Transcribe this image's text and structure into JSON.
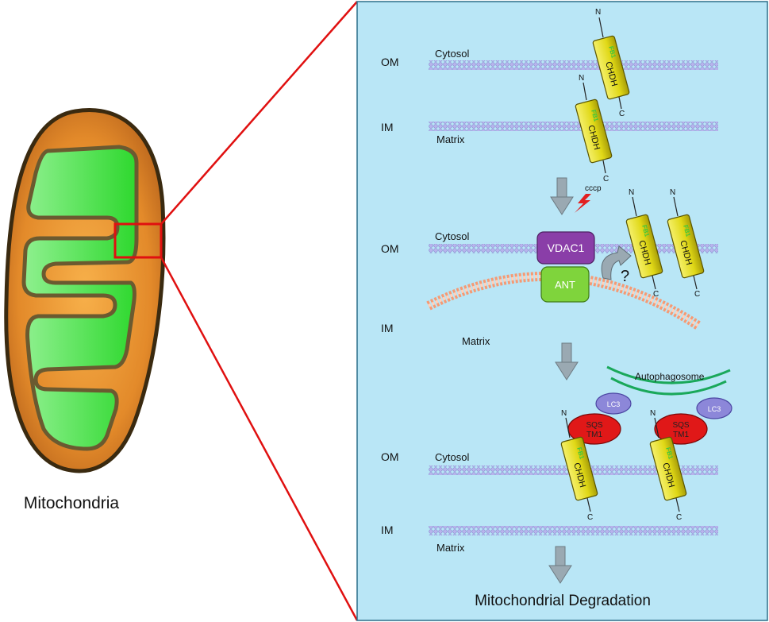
{
  "left": {
    "mito_label": "Mitochondria"
  },
  "panel": {
    "stage1": {
      "om": "OM",
      "im": "IM",
      "cytosol": "Cytosol",
      "matrix": "Matrix",
      "protein_top": {
        "n": "N",
        "c": "C",
        "fb1": "FB1",
        "name": "CHDH"
      },
      "protein_bottom": {
        "n": "N",
        "c": "C",
        "fb1": "FB1",
        "name": "CHDH"
      }
    },
    "treatment": "cccp",
    "stage2": {
      "om": "OM",
      "im": "IM",
      "cytosol": "Cytosol",
      "matrix": "Matrix",
      "vdac": "VDAC1",
      "ant": "ANT",
      "question": "?",
      "protein_a": {
        "n": "N",
        "c": "C",
        "fb1": "FB1",
        "name": "CHDH"
      },
      "protein_b": {
        "n": "N",
        "c": "C",
        "fb1": "FB1",
        "name": "CHDH"
      }
    },
    "stage3": {
      "om": "OM",
      "im": "IM",
      "cytosol": "Cytosol",
      "matrix": "Matrix",
      "autophagosome": "Autophagosome",
      "lc3_a": "LC3",
      "lc3_b": "LC3",
      "sqstm1_a": [
        "SQS",
        "TM1"
      ],
      "sqstm1_b": [
        "SQS",
        "TM1"
      ],
      "protein_a": {
        "n": "N",
        "c": "C",
        "fb1": "FB1",
        "name": "CHDH"
      },
      "protein_b": {
        "n": "N",
        "c": "C",
        "fb1": "FB1",
        "name": "CHDH"
      }
    },
    "result": "Mitochondrial Degradation"
  },
  "colors": {
    "panel_bg": "#b9e6f6",
    "zoom_line": "#e01010",
    "membrane": "#a9a6e3",
    "ant_membrane": "#f59a74",
    "protein": "#e8e21c",
    "vdac": "#8a3ea8",
    "ant": "#7fd43c",
    "lc3": "#8c87d9",
    "sqstm1": "#e01818",
    "autophagosome": "#1aa85a",
    "arrow": "#9aa9b2"
  }
}
